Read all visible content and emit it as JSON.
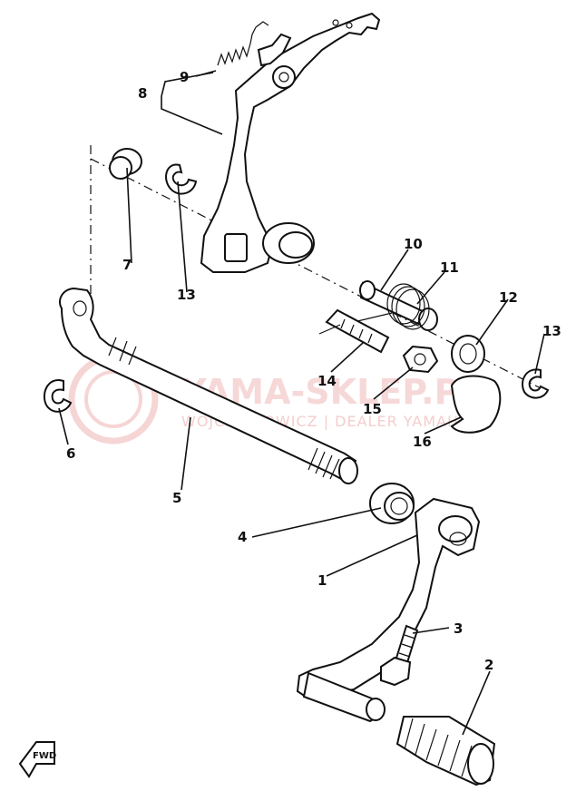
{
  "watermark": {
    "title": "YAMA-SKLEP.PL",
    "subtitle": "WOJCIECHOWICZ | DEALER YAMAHA"
  },
  "direction_marker": "FWD",
  "callouts": [
    {
      "id": "c1",
      "label": "1"
    },
    {
      "id": "c2",
      "label": "2"
    },
    {
      "id": "c3",
      "label": "3"
    },
    {
      "id": "c4",
      "label": "4"
    },
    {
      "id": "c5",
      "label": "5"
    },
    {
      "id": "c6",
      "label": "6"
    },
    {
      "id": "c7",
      "label": "7"
    },
    {
      "id": "c8",
      "label": "8"
    },
    {
      "id": "c9",
      "label": "9"
    },
    {
      "id": "c10",
      "label": "10"
    },
    {
      "id": "c11",
      "label": "11"
    },
    {
      "id": "c12",
      "label": "12"
    },
    {
      "id": "c13a",
      "label": "13"
    },
    {
      "id": "c13b",
      "label": "13"
    },
    {
      "id": "c14",
      "label": "14"
    },
    {
      "id": "c15",
      "label": "15"
    },
    {
      "id": "c16",
      "label": "16"
    }
  ],
  "colors": {
    "ink": "#111111",
    "watermark": "#f0b9b9",
    "background": "#ffffff"
  }
}
